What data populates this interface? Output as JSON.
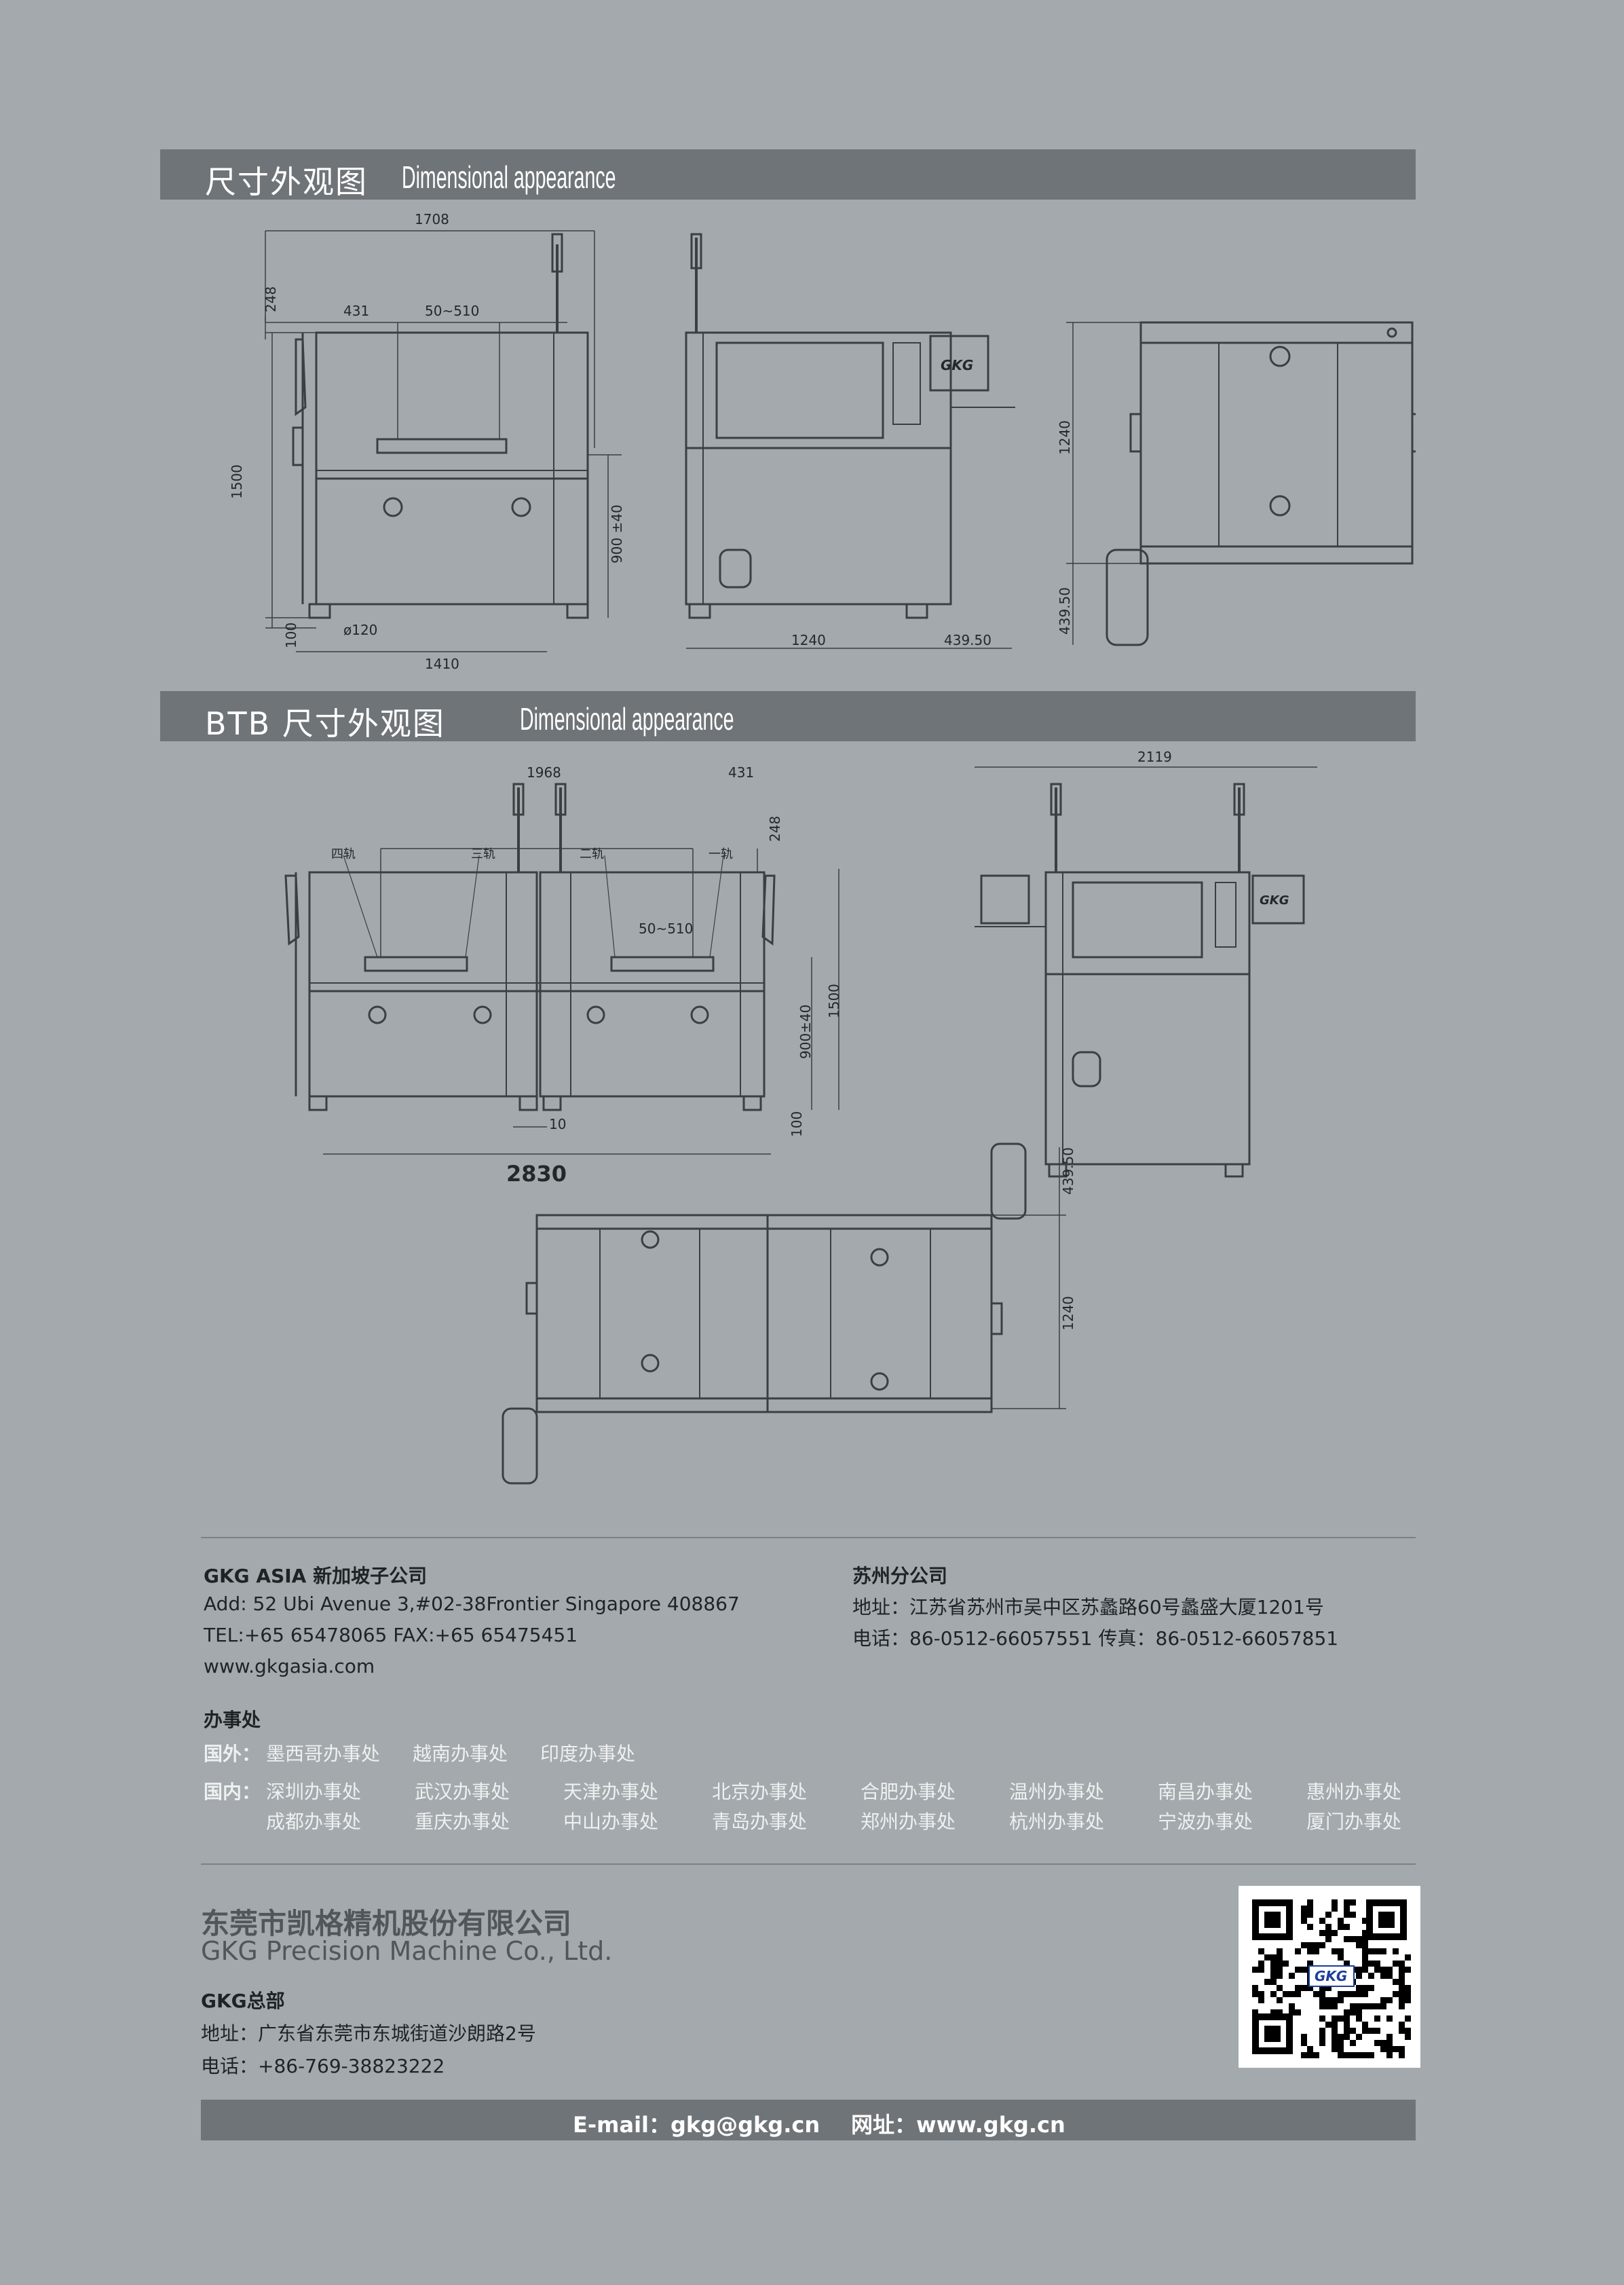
{
  "section1": {
    "title_zh": "尺寸外观图",
    "title_en": "Dimensional appearance"
  },
  "section2": {
    "title_zh": "BTB 尺寸外观图",
    "title_en": "Dimensional appearance"
  },
  "drawing1": {
    "dims": {
      "width": "1708",
      "top_h": "248",
      "d431": "431",
      "range": "50~510",
      "height": "1500",
      "rail_h": "900 ±40",
      "foot_h": "100",
      "foot_d": "ø120",
      "base_w": "1410",
      "side_w": "1240",
      "side_ext": "439.50",
      "top_depth": "1240",
      "top_ext": "439.50"
    },
    "logo": "GKG"
  },
  "drawing2": {
    "dims": {
      "w1968": "1968",
      "w431": "431",
      "h248": "248",
      "range": "50~510",
      "h1500": "1500",
      "h900": "900±40",
      "h100": "100",
      "gap10": "10",
      "total": "2830",
      "side_w": "2119",
      "top_ext": "439.50",
      "top_depth": "1240"
    },
    "rails": [
      "四轨",
      "三轨",
      "二轨",
      "一轨"
    ],
    "logo": "GKG"
  },
  "contacts": {
    "asia": {
      "name": "GKG ASIA 新加坡子公司",
      "addr": "Add: 52 Ubi Avenue 3,#02-38Frontier   Singapore 408867",
      "tel": "TEL:+65 65478065     FAX:+65 65475451",
      "web": "www.gkgasia.com"
    },
    "suzhou": {
      "name": "苏州分公司",
      "addr": "地址：江苏省苏州市吴中区苏蠡路60号蠡盛大厦1201号",
      "tel": "电话：86-0512-66057551     传真：86-0512-66057851"
    },
    "offices": {
      "title": "办事处",
      "abroad_label": "国外：",
      "abroad": [
        "墨西哥办事处",
        "越南办事处",
        "印度办事处"
      ],
      "domestic_label": "国内：",
      "domestic_row1": [
        "深圳办事处",
        "武汉办事处",
        "天津办事处",
        "北京办事处",
        "合肥办事处",
        "温州办事处",
        "南昌办事处",
        "惠州办事处"
      ],
      "domestic_row2": [
        "成都办事处",
        "重庆办事处",
        "中山办事处",
        "青岛办事处",
        "郑州办事处",
        "杭州办事处",
        "宁波办事处",
        "厦门办事处"
      ]
    }
  },
  "company": {
    "name_zh": "东莞市凯格精机股份有限公司",
    "name_en": "GKG Precision Machine Co., Ltd.",
    "hq_title": "GKG总部",
    "hq_addr": "地址：广东省东莞市东城街道沙朗路2号",
    "hq_tel": "电话：+86-769-38823222",
    "qr_logo": "GKG"
  },
  "footer": {
    "email": "E-mail：gkg@gkg.cn",
    "web": "网址：www.gkg.cn"
  },
  "colors": {
    "background": "#a3a9ac",
    "band": "#6f7478",
    "line": "#3a3f42"
  }
}
